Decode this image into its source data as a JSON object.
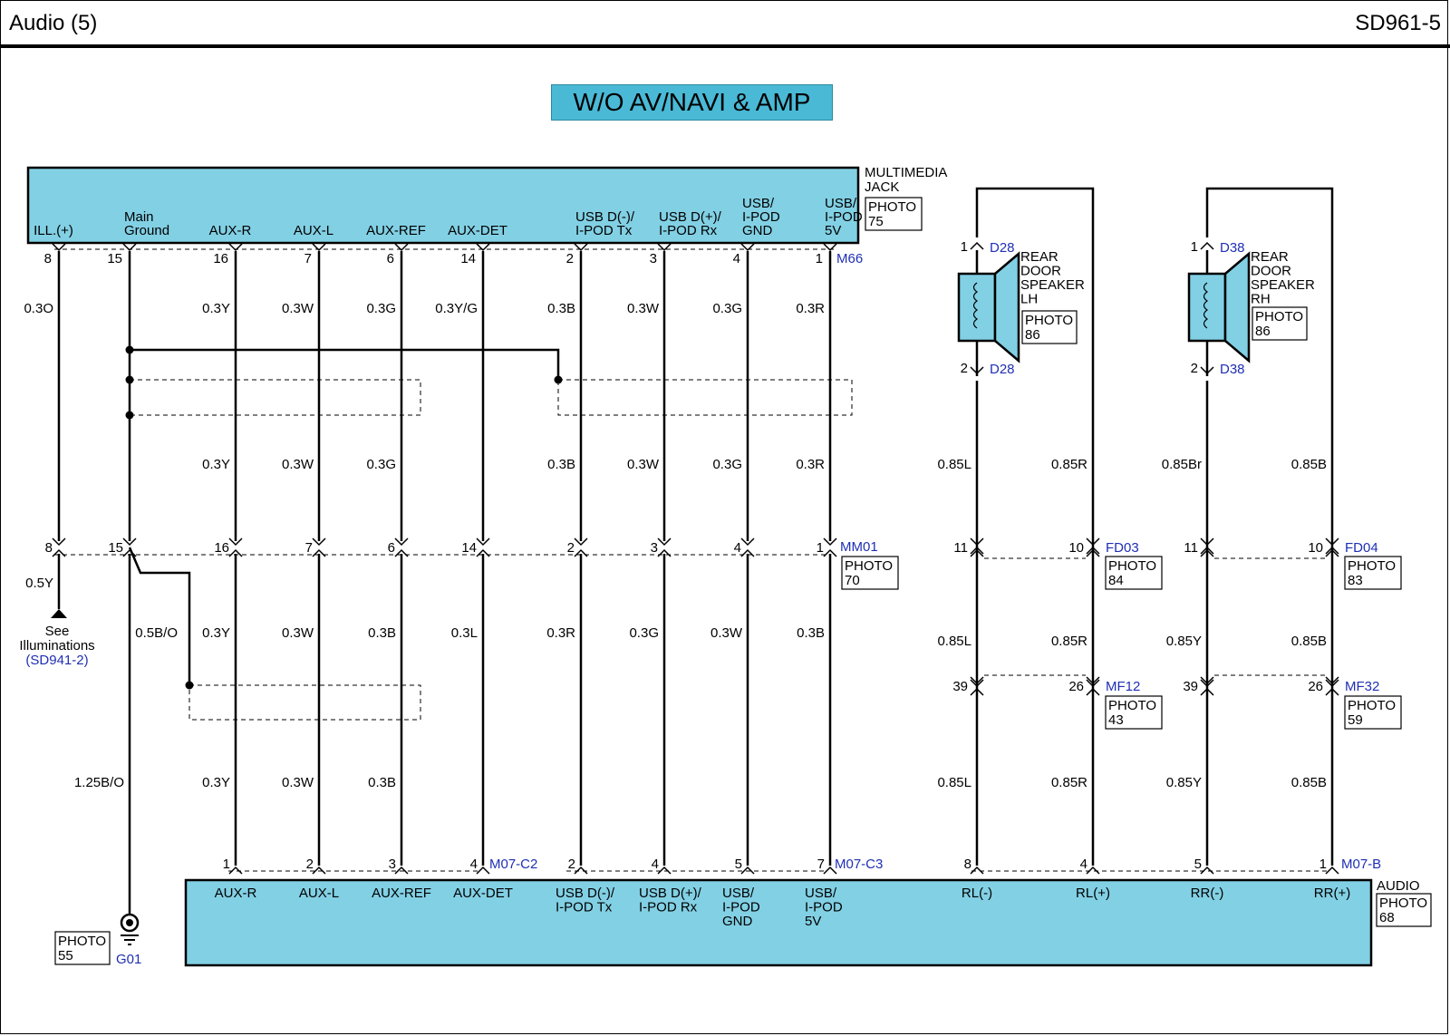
{
  "header": {
    "title": "Audio (5)",
    "code": "SD961-5"
  },
  "banner": "W/O AV/NAVI & AMP",
  "colors": {
    "component_fill": "#82d0e4",
    "banner_fill": "#4ab9d6",
    "ref_link": "#1f2fb4",
    "wire": "#000000"
  },
  "multimedia_jack": {
    "name_line1": "MULTIMEDIA",
    "name_line2": "JACK",
    "photo": "PHOTO",
    "photo_num": "75",
    "connector": "M66",
    "pins": [
      {
        "label": [
          "ILL.(+)"
        ],
        "pin": "8"
      },
      {
        "label": [
          "Main",
          "Ground"
        ],
        "pin": "15"
      },
      {
        "label": [
          "AUX-R"
        ],
        "pin": "16"
      },
      {
        "label": [
          "AUX-L"
        ],
        "pin": "7"
      },
      {
        "label": [
          "AUX-REF"
        ],
        "pin": "6"
      },
      {
        "label": [
          "AUX-DET"
        ],
        "pin": "14"
      },
      {
        "label": [
          "USB D(-)/",
          "I-POD Tx"
        ],
        "pin": "2"
      },
      {
        "label": [
          "USB D(+)/",
          "I-POD Rx"
        ],
        "pin": "3"
      },
      {
        "label": [
          "USB/",
          "I-POD",
          "GND"
        ],
        "pin": "4"
      },
      {
        "label": [
          "USB/",
          "I-POD",
          "5V"
        ],
        "pin": "1"
      }
    ]
  },
  "wires_upper": [
    "0.3O",
    "0.3Y",
    "0.3W",
    "0.3G",
    "0.3Y/G",
    "0.3B",
    "0.3W",
    "0.3G",
    "0.3R"
  ],
  "wires_mid": [
    "0.3Y",
    "0.3W",
    "0.3G",
    "0.3B",
    "0.3W",
    "0.3G",
    "0.3R"
  ],
  "mm01": {
    "connector": "MM01",
    "photo": "PHOTO",
    "photo_num": "70",
    "pins": [
      "8",
      "15",
      "16",
      "7",
      "6",
      "14",
      "2",
      "3",
      "4",
      "1"
    ]
  },
  "wires_lower": [
    "0.5B/O",
    "0.3Y",
    "0.3W",
    "0.3B",
    "0.3L",
    "0.3R",
    "0.3G",
    "0.3W",
    "0.3B"
  ],
  "ill_wire": "0.5Y",
  "illumination_ref": {
    "line1": "See",
    "line2": "Illuminations",
    "link": "(SD941-2)"
  },
  "wires_bottom": [
    "1.25B/O",
    "0.3Y",
    "0.3W",
    "0.3B"
  ],
  "ground": {
    "photo": "PHOTO",
    "photo_num": "55",
    "id": "G01"
  },
  "audio": {
    "name": "AUDIO",
    "photo": "PHOTO",
    "photo_num": "68",
    "conn_c2": "M07-C2",
    "conn_c3": "M07-C3",
    "conn_b": "M07-B",
    "pins_c2": [
      "1",
      "2",
      "3",
      "4"
    ],
    "pins_c3": [
      "2",
      "4",
      "5",
      "7"
    ],
    "pins_b": [
      "8",
      "4",
      "5",
      "1"
    ],
    "labels": [
      [
        "AUX-R"
      ],
      [
        "AUX-L"
      ],
      [
        "AUX-REF"
      ],
      [
        "AUX-DET"
      ],
      [
        "USB D(-)/",
        "I-POD Tx"
      ],
      [
        "USB D(+)/",
        "I-POD Rx"
      ],
      [
        "USB/",
        "I-POD",
        "GND"
      ],
      [
        "USB/",
        "I-POD",
        "5V"
      ],
      [
        "RL(-)"
      ],
      [
        "RL(+)"
      ],
      [
        "RR(-)"
      ],
      [
        "RR(+)"
      ]
    ]
  },
  "speaker_lh": {
    "connector": "D28",
    "pin_top": "1",
    "pin_bottom": "2",
    "name": [
      "REAR",
      "DOOR",
      "SPEAKER",
      "LH"
    ],
    "photo": "PHOTO",
    "photo_num": "86"
  },
  "speaker_rh": {
    "connector": "D38",
    "pin_top": "1",
    "pin_bottom": "2",
    "name": [
      "REAR",
      "DOOR",
      "SPEAKER",
      "RH"
    ],
    "photo": "PHOTO",
    "photo_num": "86"
  },
  "fd03": {
    "connector": "FD03",
    "pin_left": "11",
    "pin_right": "10",
    "photo": "PHOTO",
    "photo_num": "84"
  },
  "fd04": {
    "connector": "FD04",
    "pin_left": "11",
    "pin_right": "10",
    "photo": "PHOTO",
    "photo_num": "83"
  },
  "mf12": {
    "connector": "MF12",
    "pin_left": "39",
    "pin_right": "26",
    "photo": "PHOTO",
    "photo_num": "43"
  },
  "mf32": {
    "connector": "MF32",
    "pin_left": "39",
    "pin_right": "26",
    "photo": "PHOTO",
    "photo_num": "59"
  },
  "speaker_wires": {
    "upper": [
      "0.85L",
      "0.85R",
      "0.85Br",
      "0.85B"
    ],
    "mid": [
      "0.85L",
      "0.85R",
      "0.85Y",
      "0.85B"
    ],
    "bottom": [
      "0.85L",
      "0.85R",
      "0.85Y",
      "0.85B"
    ]
  }
}
